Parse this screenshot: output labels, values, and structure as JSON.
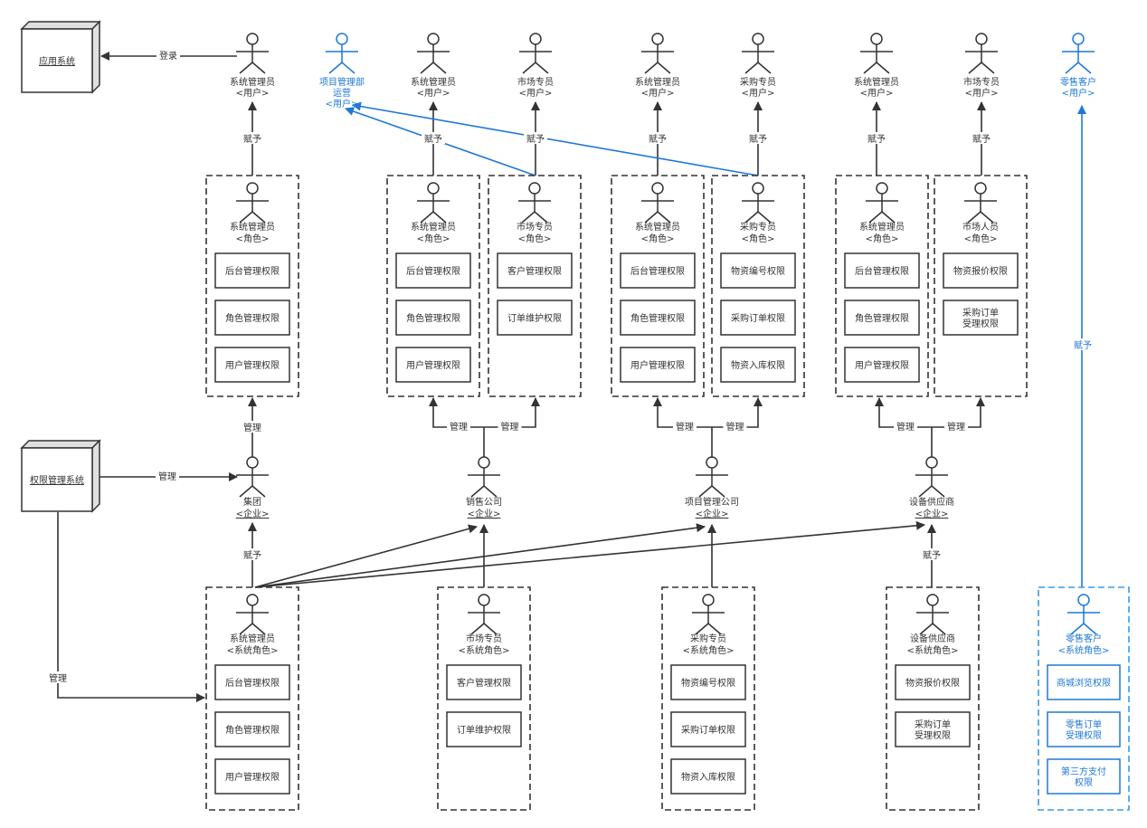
{
  "colors": {
    "dark": "#333333",
    "blue": "#1e78d6",
    "blue_dashed": "#3a9ae8",
    "box_side": "#e0e0e0"
  },
  "systems": {
    "app": {
      "label": "应用系统"
    },
    "perm": {
      "label": "权限管理系统"
    }
  },
  "edge_labels": {
    "login": "登录",
    "grant": "赋予",
    "manage": "管理"
  },
  "users": [
    {
      "name": "系统管理员",
      "type": "<用户>",
      "blue": false
    },
    {
      "name": "项目管理部\n运营",
      "type": "<用户>",
      "blue": true
    },
    {
      "name": "系统管理员",
      "type": "<用户>",
      "blue": false
    },
    {
      "name": "市场专员",
      "type": "<用户>",
      "blue": false
    },
    {
      "name": "系统管理员",
      "type": "<用户>",
      "blue": false
    },
    {
      "name": "采购专员",
      "type": "<用户>",
      "blue": false
    },
    {
      "name": "系统管理员",
      "type": "<用户>",
      "blue": false
    },
    {
      "name": "市场专员",
      "type": "<用户>",
      "blue": false
    },
    {
      "name": "零售客户",
      "type": "<用户>",
      "blue": true
    }
  ],
  "roles": [
    {
      "name": "系统管理员",
      "type": "<角色>",
      "perms": [
        "后台管理权限",
        "角色管理权限",
        "用户管理权限"
      ]
    },
    {
      "name": "系统管理员",
      "type": "<角色>",
      "perms": [
        "后台管理权限",
        "角色管理权限",
        "用户管理权限"
      ]
    },
    {
      "name": "市场专员",
      "type": "<角色>",
      "perms": [
        "客户管理权限",
        "订单维护权限"
      ]
    },
    {
      "name": "系统管理员",
      "type": "<角色>",
      "perms": [
        "后台管理权限",
        "角色管理权限",
        "用户管理权限"
      ]
    },
    {
      "name": "采购专员",
      "type": "<角色>",
      "perms": [
        "物资编号权限",
        "采购订单权限",
        "物资入库权限"
      ]
    },
    {
      "name": "系统管理员",
      "type": "<角色>",
      "perms": [
        "后台管理权限",
        "角色管理权限",
        "用户管理权限"
      ]
    },
    {
      "name": "市场人员",
      "type": "<角色>",
      "perms": [
        "物资报价权限",
        "采购订单\n受理权限"
      ]
    }
  ],
  "enterprises": [
    {
      "name": "集团",
      "type": "<企业>"
    },
    {
      "name": "销售公司",
      "type": "<企业>"
    },
    {
      "name": "项目管理公司",
      "type": "<企业>"
    },
    {
      "name": "设备供应商",
      "type": "<企业>"
    }
  ],
  "system_roles": [
    {
      "name": "系统管理员",
      "type": "<系统角色>",
      "perms": [
        "后台管理权限",
        "角色管理权限",
        "用户管理权限"
      ],
      "blue": false
    },
    {
      "name": "市场专员",
      "type": "<系统角色>",
      "perms": [
        "客户管理权限",
        "订单维护权限"
      ],
      "blue": false
    },
    {
      "name": "采购专员",
      "type": "<系统角色>",
      "perms": [
        "物资编号权限",
        "采购订单权限",
        "物资入库权限"
      ],
      "blue": false
    },
    {
      "name": "设备供应商",
      "type": "<系统角色>",
      "perms": [
        "物资报价权限",
        "采购订单\n受理权限"
      ],
      "blue": false
    },
    {
      "name": "零售客户",
      "type": "<系统角色>",
      "perms": [
        "商城浏览权限",
        "零售订单\n受理权限",
        "第三方支付\n权限"
      ],
      "blue": true
    }
  ]
}
